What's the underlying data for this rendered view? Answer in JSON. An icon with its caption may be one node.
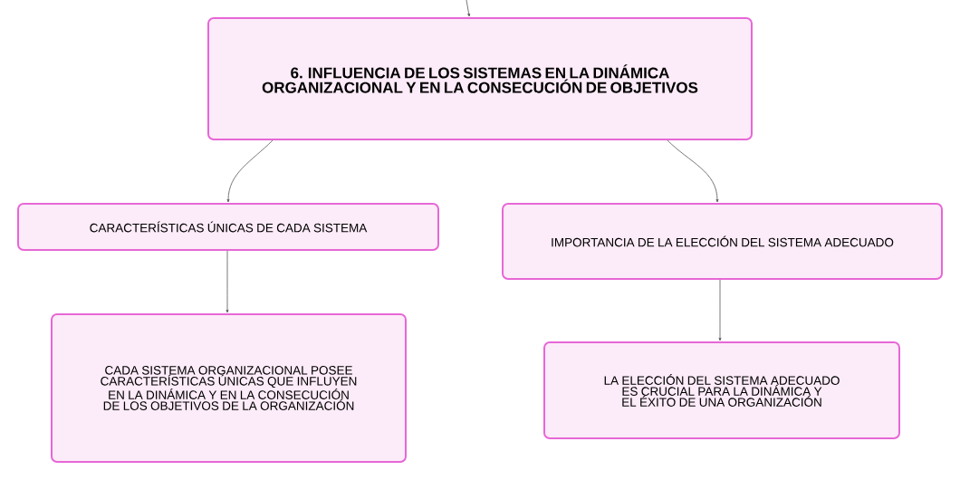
{
  "diagram": {
    "nodes": [
      {
        "text": [
          "6. INFLUENCIA DE LOS SISTEMAS EN LA DINÁMICA ORGANIZACIONAL Y EN LA CONSECUCIÓN DE OBJETIVOS"
        ]
      },
      {
        "text": [
          "CARACTERÍSTICAS ÚNICAS DE CADA SISTEMA"
        ]
      },
      {
        "text": [
          "IMPORTANCIA DE LA ELECCIÓN DEL SISTEMA ADECUADO"
        ]
      },
      {
        "text": [
          "CADA SISTEMA ORGANIZACIONAL POSEE CARACTERÍSTICAS ÚNICAS QUE INFLUYEN EN LA DINÁMICA Y EN LA CONSECUCIÓN DE LOS OBJETIVOS DE LA ORGANIZACIÓN"
        ]
      },
      {
        "text": [
          "LA ELECCIÓN DEL SISTEMA ADECUADO ES CRUCIAL PARA LA DINÁMICA Y EL ÉXITO DE UNA ORGANIZACIÓN"
        ]
      }
    ],
    "edges": [
      {
        "from": null,
        "to": 0,
        "arrow": "to"
      },
      {
        "from": 0,
        "to": 1,
        "arrow": "to"
      },
      {
        "from": 0,
        "to": 2,
        "arrow": "to"
      },
      {
        "from": 1,
        "to": 3,
        "arrow": "to"
      },
      {
        "from": 2,
        "to": 4,
        "arrow": "to"
      }
    ]
  }
}
